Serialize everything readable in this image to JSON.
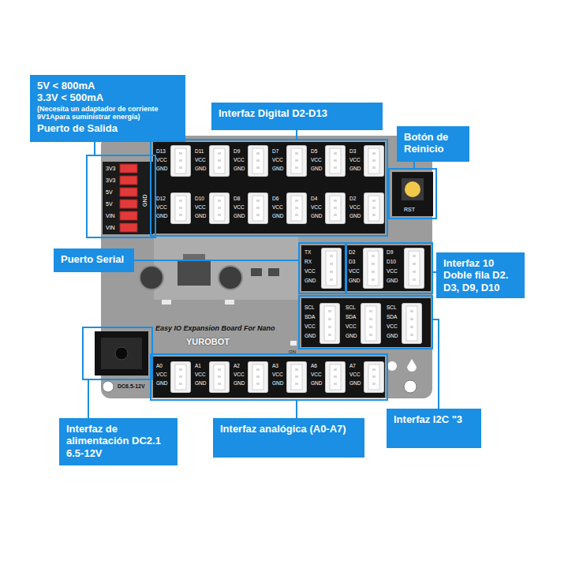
{
  "diagram": {
    "nodes": [
      {
        "text": [
          "5V < 800mA",
          "3.3V < 500mA",
          "(Necesita un adaptador de corriente 9V1Apara suministrar energía)",
          "Puerto de Salida"
        ]
      },
      {
        "text": [
          "Interfaz Digital D2-D13"
        ]
      },
      {
        "text": [
          "Botón de Reinicio"
        ]
      },
      {
        "text": [
          "Puerto Serial"
        ]
      },
      {
        "text": [
          "Interfaz 10 Doble fila D2. D3, D9, D10"
        ]
      },
      {
        "text": [
          "Interfaz de alimentación DC2.1 6.5-12V"
        ]
      },
      {
        "text": [
          "Interfaz analógica (A0-A7)"
        ]
      },
      {
        "text": [
          "Interfaz I2C \"3"
        ]
      }
    ],
    "labels": [
      "D13",
      "VCC",
      "GND",
      "D11",
      "VCC",
      "GND",
      "D9",
      "VCC",
      "GND",
      "D7",
      "VCC",
      "GND",
      "D5",
      "VCC",
      "GND",
      "D3",
      "VCC",
      "GND",
      "D12",
      "VCC",
      "GND",
      "D10",
      "VCC",
      "GND",
      "D8",
      "VCC",
      "GND",
      "D6",
      "VCC",
      "GND",
      "D4",
      "VCC",
      "GND",
      "D2",
      "VCC",
      "GND",
      "3V3",
      "3V3",
      "5V",
      "5V",
      "VIN",
      "VIN",
      "GND",
      "RST",
      "TX",
      "RX",
      "VCC",
      "GND",
      "D2",
      "D3",
      "VCC",
      "GND",
      "D9",
      "D10",
      "VCC",
      "GND",
      "SCL",
      "SDA",
      "VCC",
      "GND",
      "SCL",
      "SDA",
      "VCC",
      "GND",
      "SCL",
      "SDA",
      "VCC",
      "GND",
      "Easy IO Expansion Board For Nano",
      "YUROBOT",
      "ON",
      "A0",
      "VCC",
      "GND",
      "A1",
      "VCC",
      "GND",
      "A2",
      "VCC",
      "GND",
      "A3",
      "VCC",
      "GND",
      "A6",
      "VCC",
      "GND",
      "A7",
      "VCC",
      "GND",
      "DC6.5-12V"
    ]
  }
}
